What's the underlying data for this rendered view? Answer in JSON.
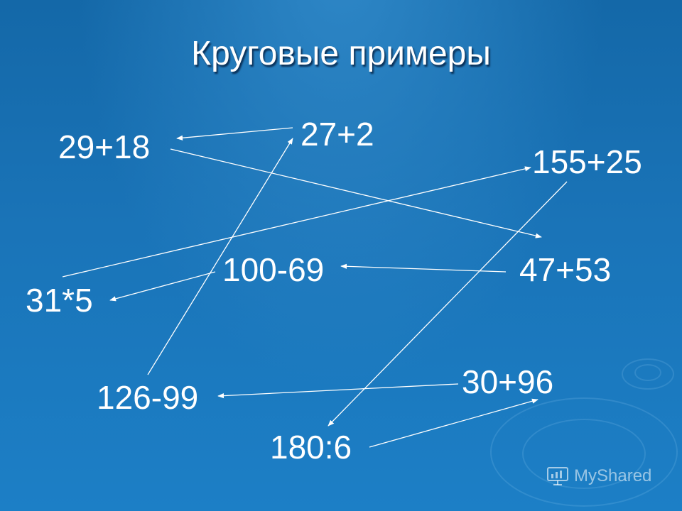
{
  "slide": {
    "title": "Круговые примеры",
    "background_color": "#1a72b6",
    "text_color": "#ffffff",
    "arrow_color": "#ffffff"
  },
  "expressions": {
    "e29_18": "29+18",
    "e27_2": "27+2",
    "e155_25": "155+25",
    "e100_69": "100-69",
    "e47_53": "47+53",
    "e31x5": "31*5",
    "e30_96": "30+96",
    "e126_99": "126-99",
    "e180_6": "180:6"
  },
  "watermark": {
    "icon": "presentation-board-icon",
    "text": "MyShared"
  }
}
